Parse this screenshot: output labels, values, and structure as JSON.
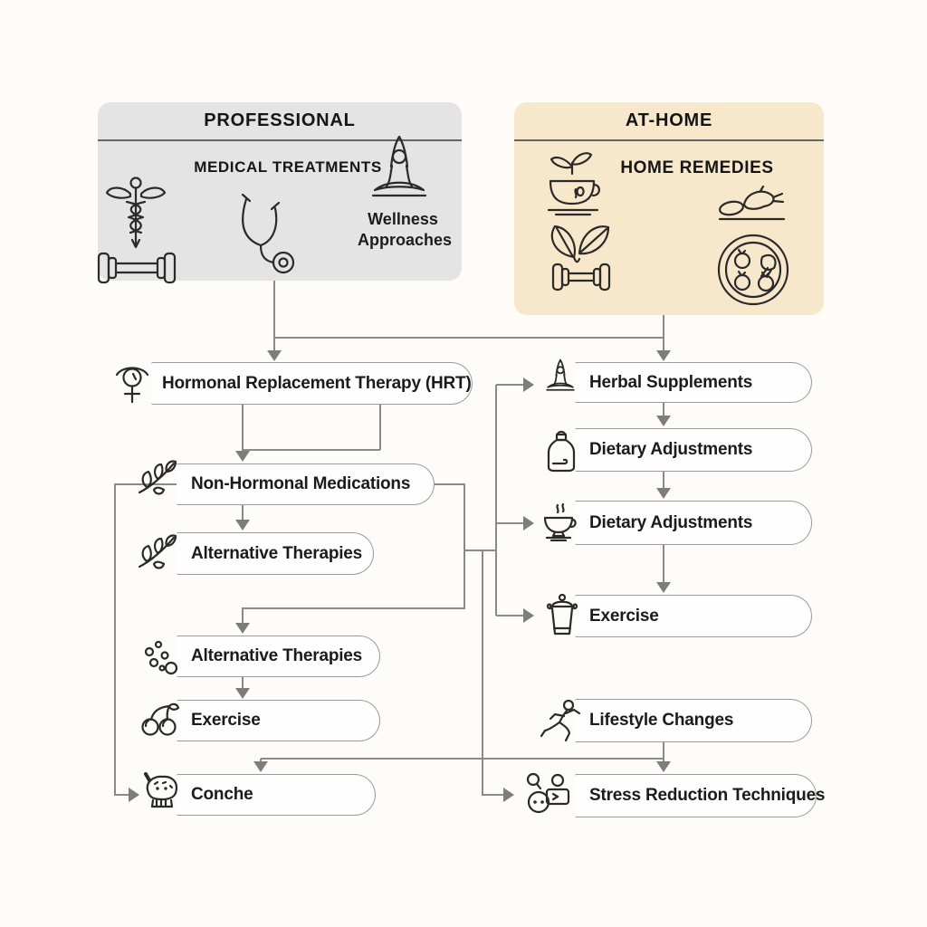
{
  "palette": {
    "background": "#fdfcf9",
    "professional_bg": "#e4e4e4",
    "athome_bg": "#f8e8cb",
    "separator": "#666666",
    "connector": "#8a8a8a",
    "arrow": "#7d7d7d",
    "node_border": "#9b9b9b",
    "node_fill": "#fefefe",
    "text": "#1b1b1b",
    "icon_stroke": "#2a2a2a"
  },
  "professional_panel": {
    "title": "PROFESSIONAL",
    "subtitle": "MEDICAL TREATMENTS",
    "wellness_line1": "Wellness",
    "wellness_line2": "Approaches",
    "icons": [
      "caduceus-icon",
      "stethoscope-icon",
      "dumbbell-icon",
      "yoga-person-icon"
    ]
  },
  "athome_panel": {
    "title": "AT-HOME",
    "subtitle": "HOME REMEDIES",
    "icons": [
      "tea-cup-leaves-icon",
      "produce-icon",
      "dumbbell-leaves-icon",
      "veggie-plate-icon"
    ]
  },
  "left_nodes": [
    {
      "label": "Hormonal Replacement Therapy (HRT)",
      "icon": "female-symbol-icon"
    },
    {
      "label": "Non-Hormonal Medications",
      "icon": "herb-sprig-icon"
    },
    {
      "label": "Alternative Therapies",
      "icon": "herb-sprig-icon"
    },
    {
      "label": "Alternative Therapies",
      "icon": "bubbles-icon"
    },
    {
      "label": "Exercise",
      "icon": "cherries-icon"
    },
    {
      "label": "Conche",
      "icon": "conche-bun-icon"
    }
  ],
  "right_nodes": [
    {
      "label": "Herbal Supplements",
      "icon": "yoga-person-icon"
    },
    {
      "label": "Dietary Adjustments",
      "icon": "dropper-bottle-icon"
    },
    {
      "label": "Dietary Adjustments",
      "icon": "steaming-cup-icon"
    },
    {
      "label": "Exercise",
      "icon": "shaker-icon"
    },
    {
      "label": "Lifestyle Changes",
      "icon": "runner-icon"
    },
    {
      "label": "Stress Reduction Techniques",
      "icon": "stress-figures-icon"
    }
  ]
}
